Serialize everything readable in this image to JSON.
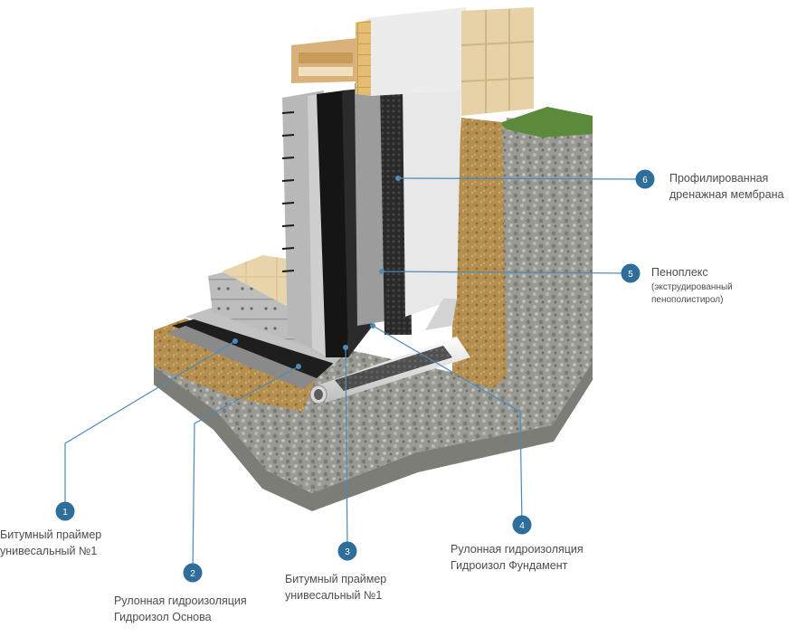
{
  "colors": {
    "badge": "#2f6d9a",
    "leader_line": "#4d8ab8",
    "text": "#4d4d4d"
  },
  "callouts": [
    {
      "num": "1",
      "lines": [
        "Битумный праймер",
        "унивесальный №1"
      ]
    },
    {
      "num": "2",
      "lines": [
        "Рулонная гидроизоляция",
        "Гидроизол Основа"
      ]
    },
    {
      "num": "3",
      "lines": [
        "Битумный праймер",
        "унивесальный №1"
      ]
    },
    {
      "num": "4",
      "lines": [
        "Рулонная гидроизоляция",
        "Гидроизол Фундамент"
      ]
    },
    {
      "num": "5",
      "lines": [
        "Пеноплекс"
      ],
      "sublines": [
        "(экструдированный",
        "пенополистирол)"
      ]
    },
    {
      "num": "6",
      "lines": [
        "Профилированная",
        "дренажная мембрана"
      ]
    }
  ]
}
